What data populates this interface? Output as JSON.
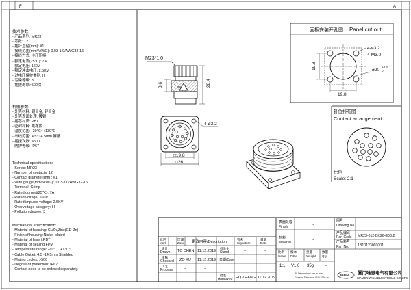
{
  "corner_marks": {
    "top_left": "F",
    "top_right": "A"
  },
  "specs_cn": {
    "title": "技术参数:",
    "items": [
      "- 产品系列: MR23",
      "- 芯数: 12",
      "- 插针直径(mm): #1",
      "- 接线范围(mm²/AWG): 0.03-1.0/AWG32-16",
      "- 接线方式: 冷压压接",
      "- 额定电流(25℃): 7A",
      "- 额定电压: 160V",
      "- 额定冲击电压: 2.5KV",
      "- 过电压保护类别: III",
      "- 污染等级: 3",
      "- 插拔寿命>500次"
    ],
    "mech_title": "机械参数:",
    "mech_items": [
      "- 外壳材料: 铜合金, 锌合金",
      "- 外壳表面处理: 镀镍",
      "- 插芯材质: PBT",
      "- 密封材料: 氟橡胶",
      "- 温度范围: -20℃~+130℃",
      "- 出线范围: 4.5~14.5mm 屏蔽",
      "- 插拔次数: >500",
      "- 防护等级: IP67"
    ]
  },
  "specs_en": {
    "tech_title": "Technical specification:",
    "tech_items": [
      "- Series: MR23",
      "- Number of contacts: 12",
      "- Contact diameter(mm): #1",
      "- Wire gauge(mm²/AWG): 0.03-1.0/AWG32-16",
      "- Terminal: Crimp",
      "- Rated current(25℃): 7A",
      "- Rated voltage: 160V",
      "- Rated impulse voltage: 2.5KV",
      "- Overvoltage category: III",
      "- Pollution degree: 3"
    ],
    "mech_title": "Mechanical specification:",
    "mech_items": [
      "- Material of housing: CuZn,Zinc(GD-Zn)",
      "- Finish of housing:Nickel-plated",
      "- Material of Insert:PBT",
      "- Material of sealing:FPM",
      "- Temperature range: -20℃...+130℃",
      "- Cable Outlet:  4.5~14.5mm Shielded",
      "- Mating cycles: >500",
      "- Degree of protection: IP67",
      "- Contact need to be ordered separately."
    ]
  },
  "side_view": {
    "dim_thread": "M23*1.0",
    "dim_len": "3.6",
    "dim_height": "28.4"
  },
  "front_view": {
    "dim_holes": "4-⌀3.2",
    "dim_pitch": "□19.8",
    "dim_width": "□26"
  },
  "panel_cutout": {
    "title_cn": "面板安装开孔图",
    "title_en": "Panel cut out",
    "dim_holes": "4-⌀3.2",
    "dim_thread": "4-M3.0",
    "dim_bore": "⌀20",
    "dim_tol": "+0.2",
    "dim_tol2": "0",
    "dim_vertical": "19.8",
    "dim_horizontal": "19.8"
  },
  "contact_arrangement": {
    "title_cn": "针位排布图",
    "title_en": "Contact arrangement",
    "scale_cn": "比例",
    "scale_en": "Scale: 2:1"
  },
  "title_block": {
    "finish_cn": "表面处理",
    "finish_en": "Finish",
    "finish_val": "--",
    "material_cn": "材料",
    "material_en": "Material",
    "material_val": "--",
    "drawing_no_cn": "图号",
    "drawing_no_en": "Drawing No.",
    "part_code_cn": "产品编码",
    "part_code_en": "Part Code",
    "part_code_val": "MR23-012-BK26-0D3.2",
    "part_no_cn": "产品料号",
    "part_no_en": "Part No.",
    "part_no_val": "1B10123003001",
    "mark_cn": "标记",
    "mark_en": "Mark",
    "zone_cn": "区域",
    "zone_en": "Zone",
    "change_cn": "更改内容/Description",
    "signature_cn": "签名",
    "signature_en": "Signature",
    "date_cn": "日期",
    "date_en": "Date",
    "drawn_cn": "设计",
    "drawn_en": "Drawn",
    "drawn_name": "TC CHEN",
    "drawn_date": "11.12.2019",
    "checked_cn": "审核",
    "checked_en": "Checked",
    "checked_name": "ZQ XU",
    "checked_date": "11.12.2019",
    "process_cn": "工艺",
    "process_en": "Process",
    "process_name": "--",
    "process_date": "--",
    "std_cn": "标准化",
    "std_en": "Stand",
    "std_name": "--",
    "std_date": "--",
    "approved_cn": "批准",
    "approved_en": "Approved",
    "approved_name": "HQ ZHANG",
    "approved_date": "11.12.2019",
    "date_hdr_cn": "日期/Date",
    "scale_cn": "比例",
    "scale_en": "Scale",
    "scale_val": "1:1",
    "rev_cn": "版本",
    "rev_en": "REV.",
    "rev_val": "V1.0",
    "weight_cn": "重量",
    "weight_en": "Weight",
    "weight_val": "35g",
    "qty_cn": "数量",
    "qty_en": "Qty.",
    "qty_val": "--",
    "tol_note1": "All Dimensions are in mm",
    "tol_note2": "General Tolerance ISO 2768-m",
    "company_cn": "厦门唯恩电气有限公司",
    "company_en": "XIAMEN WAIN ELECTRICAL CO.,LTD",
    "logo_text": "WAIN"
  }
}
